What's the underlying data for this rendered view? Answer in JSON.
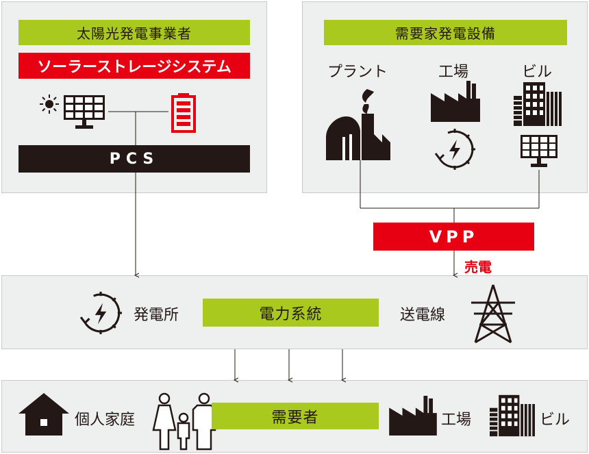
{
  "supplier": {
    "title": "太陽光発電事業者",
    "storage_system": "ソーラーストレージシステム",
    "pcs": "PCS"
  },
  "consumer_generation": {
    "title": "需要家発電設備",
    "plant": "プラント",
    "factory": "工場",
    "building": "ビル"
  },
  "vpp": {
    "label": "VPP",
    "sell_power": "売電"
  },
  "grid": {
    "power_station": "発電所",
    "power_system": "電力系統",
    "transmission_line": "送電線"
  },
  "consumers": {
    "title": "需要者",
    "household": "個人家庭",
    "factory": "工場",
    "building": "ビル"
  },
  "colors": {
    "green": "#a9c91e",
    "red": "#e60012",
    "black": "#231815",
    "panel": "#eef0ef"
  }
}
